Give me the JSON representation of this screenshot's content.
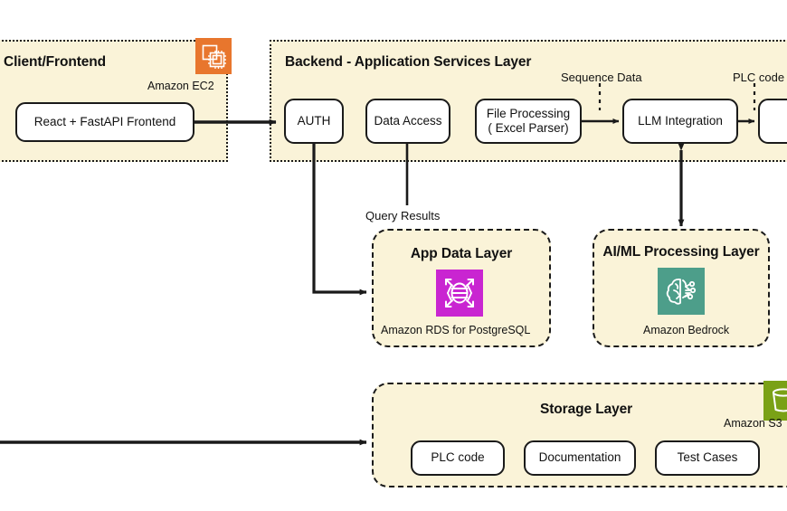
{
  "diagram": {
    "type": "aws-architecture-diagram",
    "background": "#FFFFFF",
    "panel_fill": "#FAF3D8",
    "stroke": "#1A1A1A"
  },
  "groups": {
    "client": {
      "title": "Client/Frontend",
      "service_label": "Amazon EC2",
      "service_icon": "amazon-ec2-icon",
      "service_color": "#E8762D",
      "nodes": [
        {
          "label": "React + FastAPI Frontend"
        }
      ]
    },
    "backend": {
      "title": "Backend - Application Services Layer",
      "nodes": [
        {
          "label": "AUTH"
        },
        {
          "label": "Data Access"
        },
        {
          "label": "File Processing\n( Excel Parser)"
        },
        {
          "label": "LLM Integration"
        },
        {
          "label": ""
        }
      ]
    },
    "app_data": {
      "title": "App Data Layer",
      "service_label": "Amazon RDS for PostgreSQL",
      "service_icon": "amazon-rds-icon",
      "service_color": "#C925D1"
    },
    "ai_ml": {
      "title": "AI/ML Processing Layer",
      "service_label": "Amazon Bedrock",
      "service_icon": "amazon-bedrock-icon",
      "service_color": "#4D9E8A"
    },
    "storage": {
      "title": "Storage Layer",
      "service_label": "Amazon S3",
      "service_icon": "amazon-s3-icon",
      "service_color": "#7AA116",
      "nodes": [
        {
          "label": "PLC code"
        },
        {
          "label": "Documentation"
        },
        {
          "label": "Test Cases"
        }
      ]
    }
  },
  "edge_labels": [
    {
      "text": "Sequence Data"
    },
    {
      "text": "PLC code"
    },
    {
      "text": "Query Results"
    }
  ]
}
